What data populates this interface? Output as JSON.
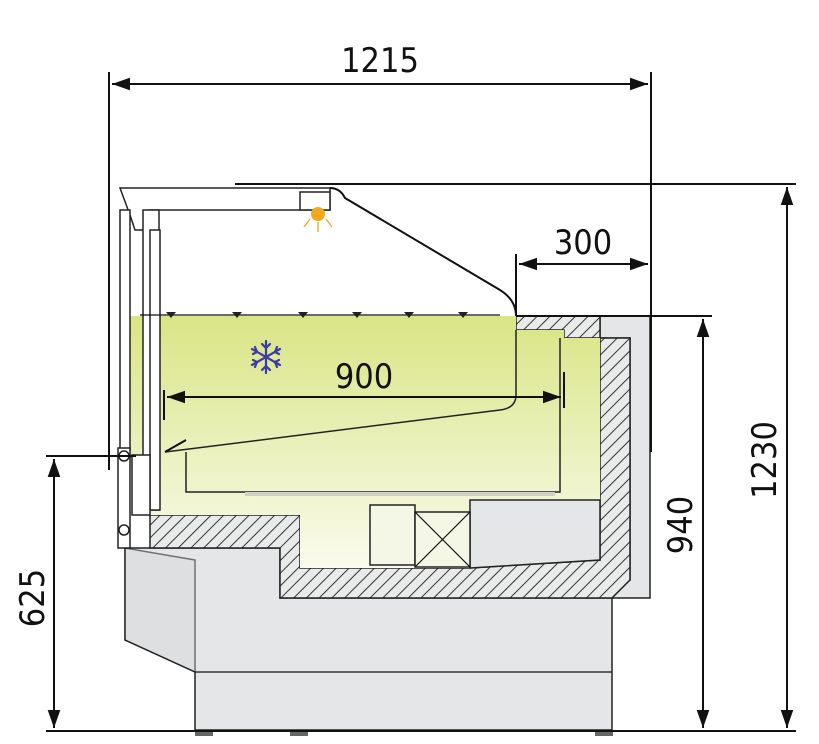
{
  "dimensions": {
    "overall_width": "1215",
    "depth_rear_shelf": "300",
    "display_depth": "900",
    "overall_height": "1230",
    "counter_height": "940",
    "front_height": "625"
  },
  "icons": {
    "snowflake": "snowflake-icon",
    "lamp": "lamp-icon"
  },
  "colors": {
    "display_tint_top": "#dde88a",
    "display_tint_bottom": "#f8faea",
    "body_grey": "#e4e6e7",
    "snowflake": "#3a3aa8",
    "lamp": "#f2a71b"
  }
}
